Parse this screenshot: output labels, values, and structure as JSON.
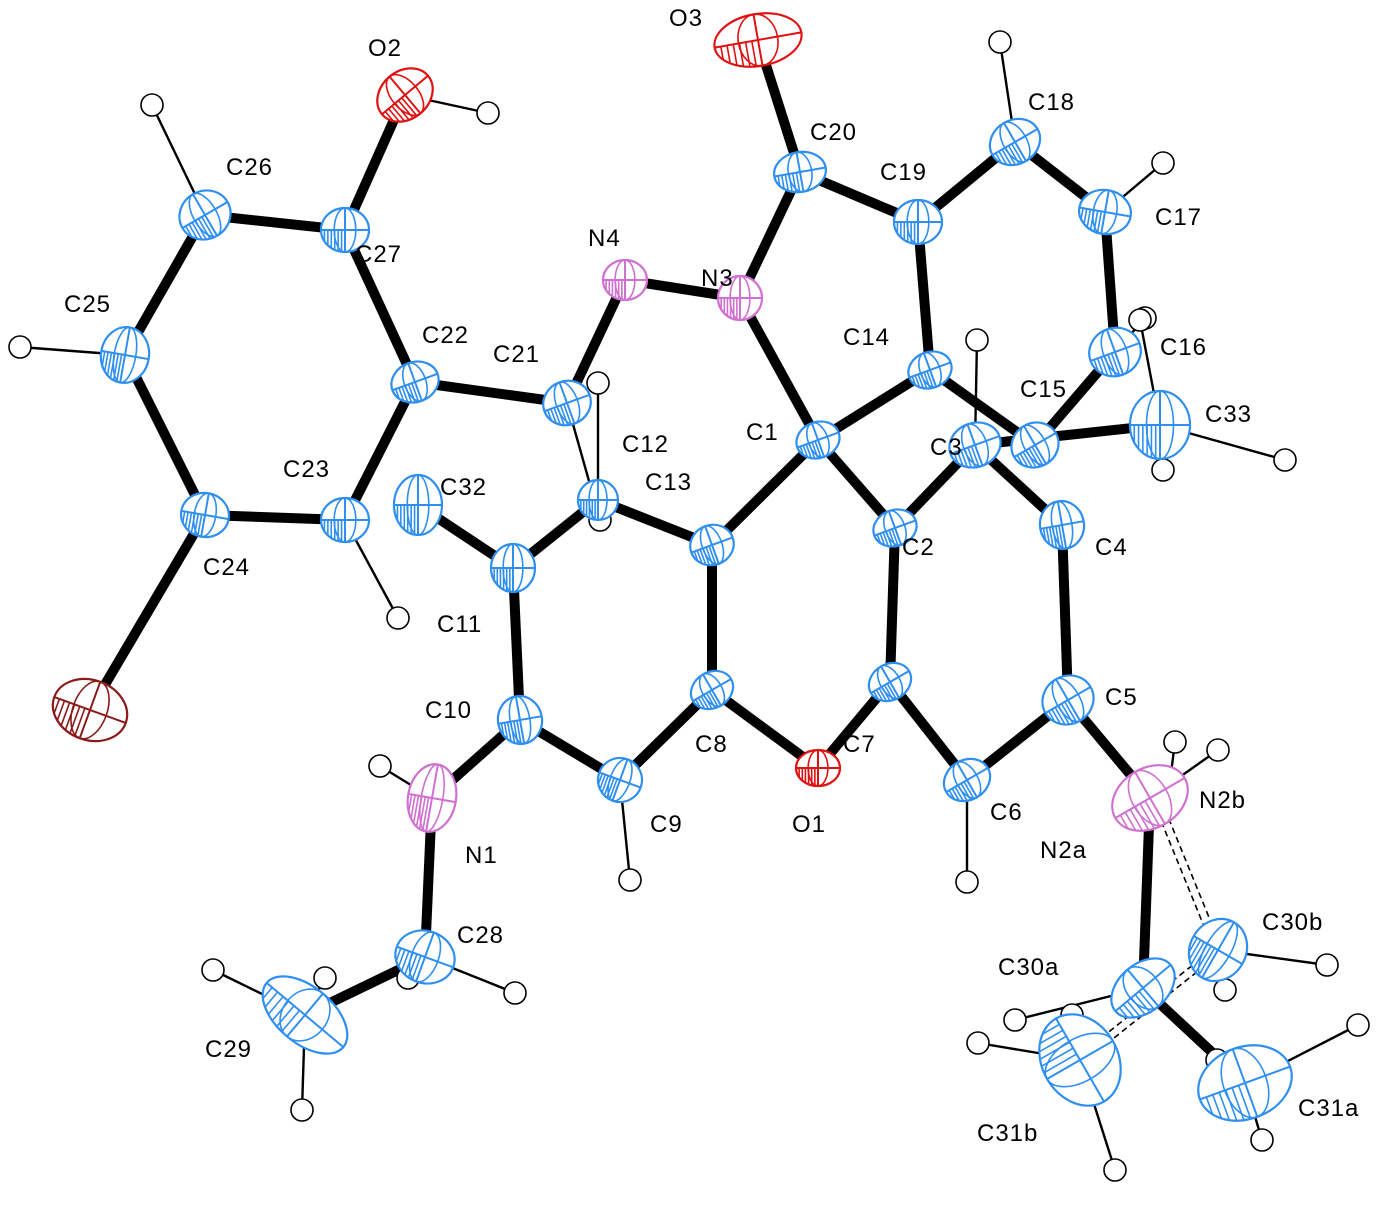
{
  "figure": {
    "kind": "ORTEP thermal-ellipsoid plot",
    "colors": {
      "C": "#2f8ff0",
      "N": "#d070d0",
      "O": "#e01010",
      "Br": "#8b1a1a",
      "H": "#ffffff",
      "bond": "#000000"
    }
  },
  "atoms": [
    {
      "id": "C1",
      "el": "C",
      "label": "C1"
    },
    {
      "id": "C2",
      "el": "C",
      "label": "C2"
    },
    {
      "id": "C3",
      "el": "C",
      "label": "C3"
    },
    {
      "id": "C4",
      "el": "C",
      "label": "C4"
    },
    {
      "id": "C5",
      "el": "C",
      "label": "C5"
    },
    {
      "id": "C6",
      "el": "C",
      "label": "C6"
    },
    {
      "id": "C7",
      "el": "C",
      "label": "C7"
    },
    {
      "id": "C8",
      "el": "C",
      "label": "C8"
    },
    {
      "id": "C9",
      "el": "C",
      "label": "C9"
    },
    {
      "id": "C10",
      "el": "C",
      "label": "C10"
    },
    {
      "id": "C11",
      "el": "C",
      "label": "C11"
    },
    {
      "id": "C12",
      "el": "C",
      "label": "C12"
    },
    {
      "id": "C13",
      "el": "C",
      "label": "C13"
    },
    {
      "id": "C14",
      "el": "C",
      "label": "C14"
    },
    {
      "id": "C15",
      "el": "C",
      "label": "C15"
    },
    {
      "id": "C16",
      "el": "C",
      "label": "C16"
    },
    {
      "id": "C17",
      "el": "C",
      "label": "C17"
    },
    {
      "id": "C18",
      "el": "C",
      "label": "C18"
    },
    {
      "id": "C19",
      "el": "C",
      "label": "C19"
    },
    {
      "id": "C20",
      "el": "C",
      "label": "C20"
    },
    {
      "id": "C21",
      "el": "C",
      "label": "C21"
    },
    {
      "id": "C22",
      "el": "C",
      "label": "C22"
    },
    {
      "id": "C23",
      "el": "C",
      "label": "C23"
    },
    {
      "id": "C24",
      "el": "C",
      "label": "C24"
    },
    {
      "id": "C25",
      "el": "C",
      "label": "C25"
    },
    {
      "id": "C26",
      "el": "C",
      "label": "C26"
    },
    {
      "id": "C27",
      "el": "C",
      "label": "C27"
    },
    {
      "id": "C28",
      "el": "C",
      "label": "C28"
    },
    {
      "id": "C29",
      "el": "C",
      "label": "C29"
    },
    {
      "id": "C30a",
      "el": "C",
      "label": "C30a"
    },
    {
      "id": "C30b",
      "el": "C",
      "label": "C30b"
    },
    {
      "id": "C31a",
      "el": "C",
      "label": "C31a"
    },
    {
      "id": "C31b",
      "el": "C",
      "label": "C31b"
    },
    {
      "id": "C32",
      "el": "C",
      "label": "C32"
    },
    {
      "id": "C33",
      "el": "C",
      "label": "C33"
    },
    {
      "id": "N1",
      "el": "N",
      "label": "N1"
    },
    {
      "id": "N2",
      "el": "N",
      "label": "N2a"
    },
    {
      "id": "N2b",
      "el": "N",
      "label": "N2b"
    },
    {
      "id": "N3",
      "el": "N",
      "label": "N3"
    },
    {
      "id": "N4",
      "el": "N",
      "label": "N4"
    },
    {
      "id": "O1",
      "el": "O",
      "label": "O1"
    },
    {
      "id": "O2",
      "el": "O",
      "label": "O2"
    },
    {
      "id": "O3",
      "el": "O",
      "label": "O3"
    },
    {
      "id": "Br",
      "el": "Br",
      "label": ""
    }
  ],
  "bonds": [
    [
      "O3",
      "C20"
    ],
    [
      "C20",
      "N3"
    ],
    [
      "C20",
      "C19"
    ],
    [
      "C19",
      "C18"
    ],
    [
      "C18",
      "C17"
    ],
    [
      "C17",
      "C16"
    ],
    [
      "C16",
      "C15"
    ],
    [
      "C15",
      "C14"
    ],
    [
      "C14",
      "C19"
    ],
    [
      "C14",
      "C1"
    ],
    [
      "N3",
      "C1"
    ],
    [
      "N3",
      "N4"
    ],
    [
      "N4",
      "C21"
    ],
    [
      "C21",
      "C22"
    ],
    [
      "C22",
      "C27"
    ],
    [
      "C27",
      "O2"
    ],
    [
      "C27",
      "C26"
    ],
    [
      "C26",
      "C25"
    ],
    [
      "C25",
      "C24"
    ],
    [
      "C24",
      "C23"
    ],
    [
      "C23",
      "C22"
    ],
    [
      "C24",
      "Br"
    ],
    [
      "C1",
      "C13"
    ],
    [
      "C1",
      "C2"
    ],
    [
      "C13",
      "C12"
    ],
    [
      "C12",
      "C11"
    ],
    [
      "C11",
      "C10"
    ],
    [
      "C10",
      "C9"
    ],
    [
      "C9",
      "C8"
    ],
    [
      "C8",
      "C13"
    ],
    [
      "C8",
      "O1"
    ],
    [
      "O1",
      "C7"
    ],
    [
      "C7",
      "C2"
    ],
    [
      "C2",
      "C3"
    ],
    [
      "C3",
      "C4"
    ],
    [
      "C4",
      "C5"
    ],
    [
      "C5",
      "C6"
    ],
    [
      "C6",
      "C7"
    ],
    [
      "C10",
      "N1"
    ],
    [
      "N1",
      "C28"
    ],
    [
      "C28",
      "C29"
    ],
    [
      "C5",
      "N2"
    ],
    [
      "N2",
      "C30a"
    ],
    [
      "C30a",
      "C31a"
    ],
    [
      "C11",
      "C32"
    ],
    [
      "C3",
      "C33"
    ]
  ],
  "disorder_bonds": [
    [
      "N2b",
      "C30b"
    ],
    [
      "C30b",
      "C31b"
    ]
  ],
  "hydrogens": [
    {
      "on": "O2"
    },
    {
      "on": "C26"
    },
    {
      "on": "C25"
    },
    {
      "on": "C23"
    },
    {
      "on": "C18"
    },
    {
      "on": "C17"
    },
    {
      "on": "C16"
    },
    {
      "on": "C12"
    },
    {
      "on": "C9"
    },
    {
      "on": "C6"
    },
    {
      "on": "N1"
    },
    {
      "on": "N2"
    },
    {
      "on": "N2b"
    },
    {
      "on": "C28"
    },
    {
      "on": "C28"
    },
    {
      "on": "C29"
    },
    {
      "on": "C29"
    },
    {
      "on": "C29"
    },
    {
      "on": "C30b"
    },
    {
      "on": "C30b"
    },
    {
      "on": "C31a"
    },
    {
      "on": "C31a"
    },
    {
      "on": "C31a"
    },
    {
      "on": "C31b"
    },
    {
      "on": "C31b"
    },
    {
      "on": "C31b"
    },
    {
      "on": "C33"
    },
    {
      "on": "C33"
    },
    {
      "on": "C33"
    },
    {
      "on": "C3"
    },
    {
      "on": "C21"
    },
    {
      "on": "C30a"
    }
  ]
}
